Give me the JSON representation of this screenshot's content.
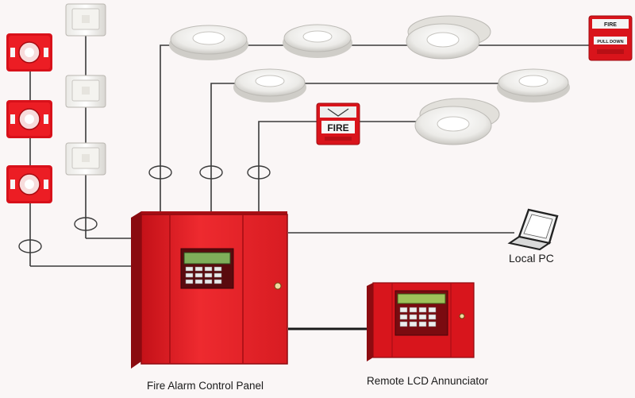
{
  "diagram": {
    "labels": {
      "control_panel": "Fire Alarm Control Panel",
      "annunciator": "Remote LCD Annunciator",
      "local_pc": "Local PC"
    },
    "pull_station_text": {
      "fire": "FIRE",
      "pull_down": "PULL DOWN"
    },
    "colors": {
      "panel_red": "#e41f26",
      "panel_dark_red": "#b5141a",
      "detector_white": "#f0f0ee",
      "strobe_red": "#d8111a",
      "wire": "#3a3a3a",
      "lcd_green": "#7fae5a"
    },
    "icons": [
      "smoke-detector-icon",
      "horn-strobe-icon",
      "speaker-strobe-icon",
      "manual-pull-station-icon",
      "laptop-icon"
    ]
  }
}
